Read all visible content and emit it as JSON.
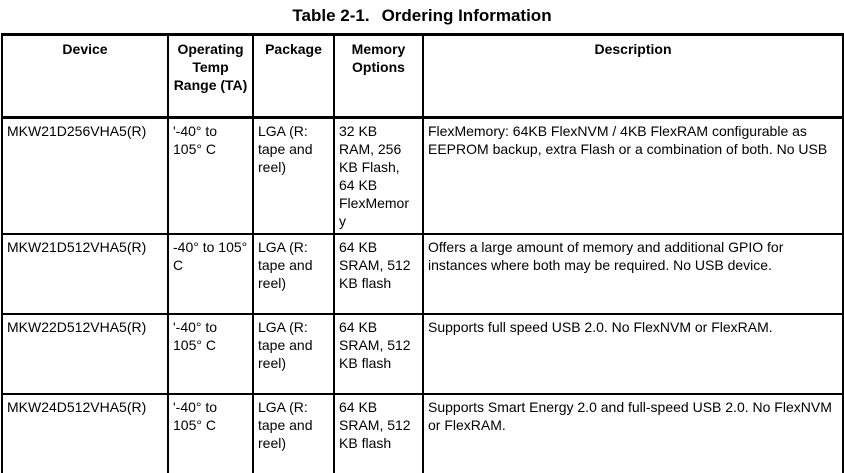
{
  "title": {
    "number": "Table 2-1.",
    "text": "Ordering Information"
  },
  "colors": {
    "text": "#000000",
    "background": "#ffffff",
    "border": "#000000"
  },
  "table": {
    "columns": [
      "Device",
      "Operating Temp Range (TA)",
      "Package",
      "Memory Options",
      "Description"
    ],
    "rows": [
      {
        "device": "MKW21D256VHA5(R)",
        "temp_range": "'-40° to 105° C",
        "package": "LGA (R: tape and reel)",
        "memory_options": "32 KB RAM, 256 KB Flash, 64 KB FlexMemory",
        "description": "FlexMemory: 64KB FlexNVM / 4KB FlexRAM configurable as EEPROM backup, extra Flash or a combination of both. No USB"
      },
      {
        "device": "MKW21D512VHA5(R)",
        "temp_range": "-40° to 105° C",
        "package": "LGA (R: tape and reel)",
        "memory_options": "64 KB SRAM, 512 KB flash",
        "description": "Offers a large amount of memory and additional GPIO for instances where both may be required. No USB device."
      },
      {
        "device": "MKW22D512VHA5(R)",
        "temp_range": "'-40° to 105° C",
        "package": "LGA (R: tape and reel)",
        "memory_options": "64 KB SRAM, 512 KB flash",
        "description": "Supports full speed USB 2.0. No FlexNVM or FlexRAM."
      },
      {
        "device": "MKW24D512VHA5(R)",
        "temp_range": "'-40° to 105° C",
        "package": "LGA (R: tape and reel)",
        "memory_options": "64 KB SRAM, 512 KB flash",
        "description": "Supports Smart Energy 2.0 and full-speed USB 2.0. No FlexNVM or FlexRAM."
      }
    ]
  }
}
